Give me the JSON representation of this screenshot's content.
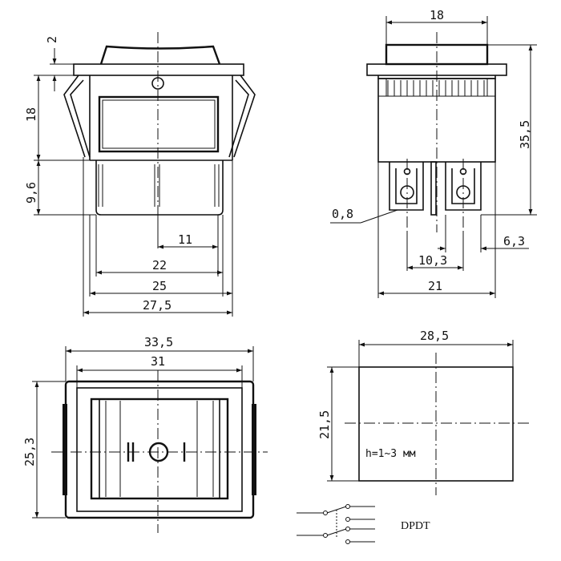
{
  "dimensions": {
    "top_gap": "2",
    "height_18": "18",
    "height_9_6": "9,6",
    "width_11": "11",
    "width_22": "22",
    "width_25": "25",
    "width_27_5": "27,5",
    "width_18": "18",
    "height_35_5": "35,5",
    "pin_0_8": "0,8",
    "pin_6_3": "6,3",
    "pitch_10_3": "10,3",
    "width_21": "21",
    "width_33_5": "33,5",
    "width_31": "31",
    "height_25_3": "25,3",
    "cutout_28_5": "28,5",
    "cutout_21_5": "21,5"
  },
  "notes": {
    "panel_thickness": "h=1~3 мм",
    "contact_type": "DPDT"
  },
  "switch_symbols": {
    "off": "II",
    "on": "I"
  }
}
